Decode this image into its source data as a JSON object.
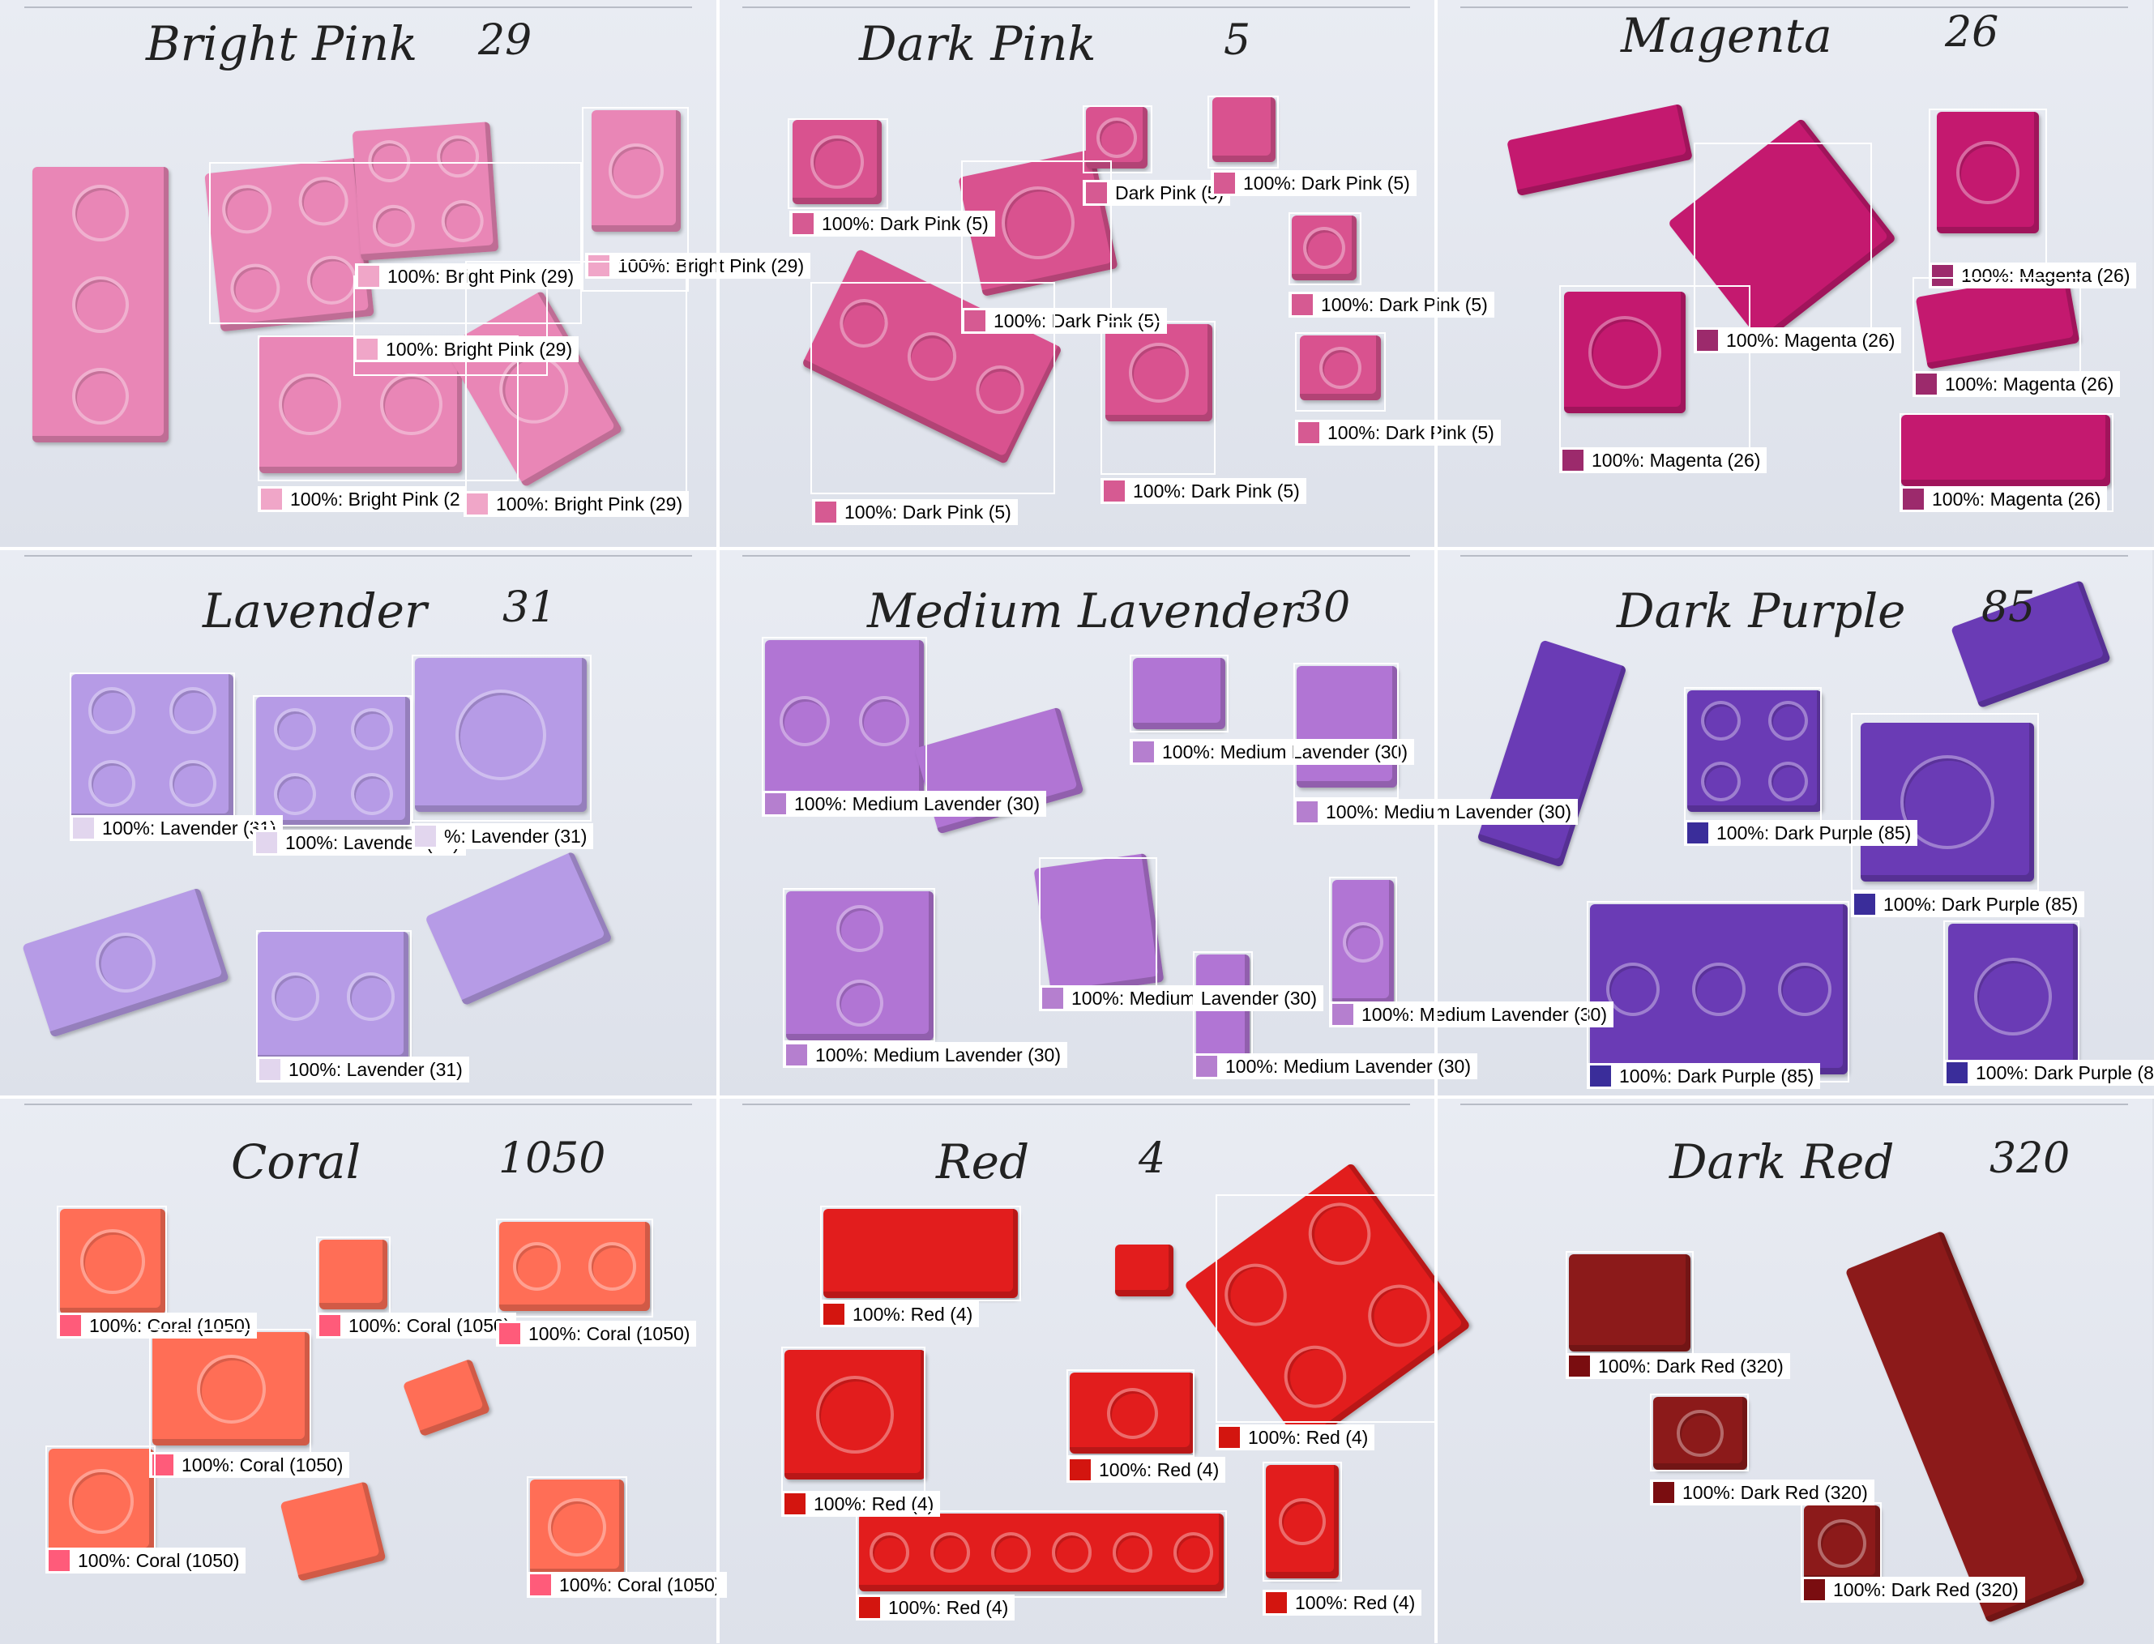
{
  "panels": [
    {
      "title": "Bright Pink",
      "count": "29",
      "color": "#e986b6",
      "detections": [
        {
          "label": "100%: Bright Pink (29)"
        },
        {
          "label": "100%: Bright Pink (29)"
        },
        {
          "label": "100%: Bright Pink (29)"
        },
        {
          "label": "100%: Bright Pink (2"
        },
        {
          "label": "100%: Bright Pink (29)"
        }
      ]
    },
    {
      "title": "Dark Pink",
      "count": "5",
      "color": "#d9528f",
      "detections": [
        {
          "label": "100%: Dark Pink (5)"
        },
        {
          "label": "100%: Dark Pink (5)"
        },
        {
          "label": "Dark Pink (5)"
        },
        {
          "label": "100%: Dark Pink (5)"
        },
        {
          "label": "100%: Dark Pink (5)"
        },
        {
          "label": "100%: Dark Pink (5)"
        },
        {
          "label": "100%: Dark Pink (5)"
        },
        {
          "label": "100%: Dark Pink (5)"
        }
      ]
    },
    {
      "title": "Magenta",
      "count": "26",
      "color": "#c4196f",
      "detections": [
        {
          "label": "100%: Magenta (26)"
        },
        {
          "label": "100%: Magenta (26)"
        },
        {
          "label": "100%: Magenta (26)"
        },
        {
          "label": "100%: Magenta (26)"
        },
        {
          "label": "100%: Magenta (26)"
        }
      ]
    },
    {
      "title": "Lavender",
      "count": "31",
      "color": "#b69be6",
      "detections": [
        {
          "label": "100%: Lavender (31)"
        },
        {
          "label": "100%: Lavender (31)"
        },
        {
          "label": "%: Lavender (31)"
        },
        {
          "label": "100%: Lavender (31)"
        }
      ]
    },
    {
      "title": "Medium Lavender",
      "count": "30",
      "color": "#b175d4",
      "detections": [
        {
          "label": "100%: Medium Lavender (30)"
        },
        {
          "label": "100%: Medium Lavender (30)"
        },
        {
          "label": "100%: Medium Lavender (30)"
        },
        {
          "label": "100%: Medium Lavender (30)"
        },
        {
          "label": "100%: Medium Lavender (30)"
        },
        {
          "label": "100%: Medium Lavender (30)"
        },
        {
          "label": "100%: Medium Lavender (30)"
        }
      ]
    },
    {
      "title": "Dark Purple",
      "count": "85",
      "color": "#6a3bb5",
      "detections": [
        {
          "label": "100%: Dark Purple (85)"
        },
        {
          "label": "100%: Dark Purple (85)"
        },
        {
          "label": "100%: Dark Purple (85)"
        },
        {
          "label": "100%: Dark Purple (8"
        }
      ]
    },
    {
      "title": "Coral",
      "count": "1050",
      "color": "#ff6e56",
      "detections": [
        {
          "label": "100%: Coral (1050)"
        },
        {
          "label": "100%: Coral (1050)"
        },
        {
          "label": "100%: Coral (1050)"
        },
        {
          "label": "100%: Coral (1050)"
        },
        {
          "label": "100%: Coral (1050)"
        },
        {
          "label": "100%: Coral (1050)"
        }
      ]
    },
    {
      "title": "Red",
      "count": "4",
      "color": "#e21d1d",
      "detections": [
        {
          "label": "100%: Red (4)"
        },
        {
          "label": "100%: Red (4)"
        },
        {
          "label": "100%: Red (4)"
        },
        {
          "label": "100%: Red (4)"
        },
        {
          "label": "100%: Red (4)"
        },
        {
          "label": "100%: Red (4)"
        }
      ]
    },
    {
      "title": "Dark Red",
      "count": "320",
      "color": "#8c1a1a",
      "detections": [
        {
          "label": "100%: Dark Red (320)"
        },
        {
          "label": "100%: Dark Red (320)"
        },
        {
          "label": "100%: Dark Red (320)"
        }
      ]
    }
  ],
  "swatch_colors": {
    "Bright Pink": "#f0a6c8",
    "Dark Pink": "#d65a92",
    "Magenta": "#9c2a6c",
    "Lavender": "#e2d6ee",
    "Medium Lavender": "#b57fcf",
    "Dark Purple": "#3a2d9a",
    "Coral": "#ff5b7a",
    "Red": "#d3150f",
    "Dark Red": "#7a0d10"
  }
}
